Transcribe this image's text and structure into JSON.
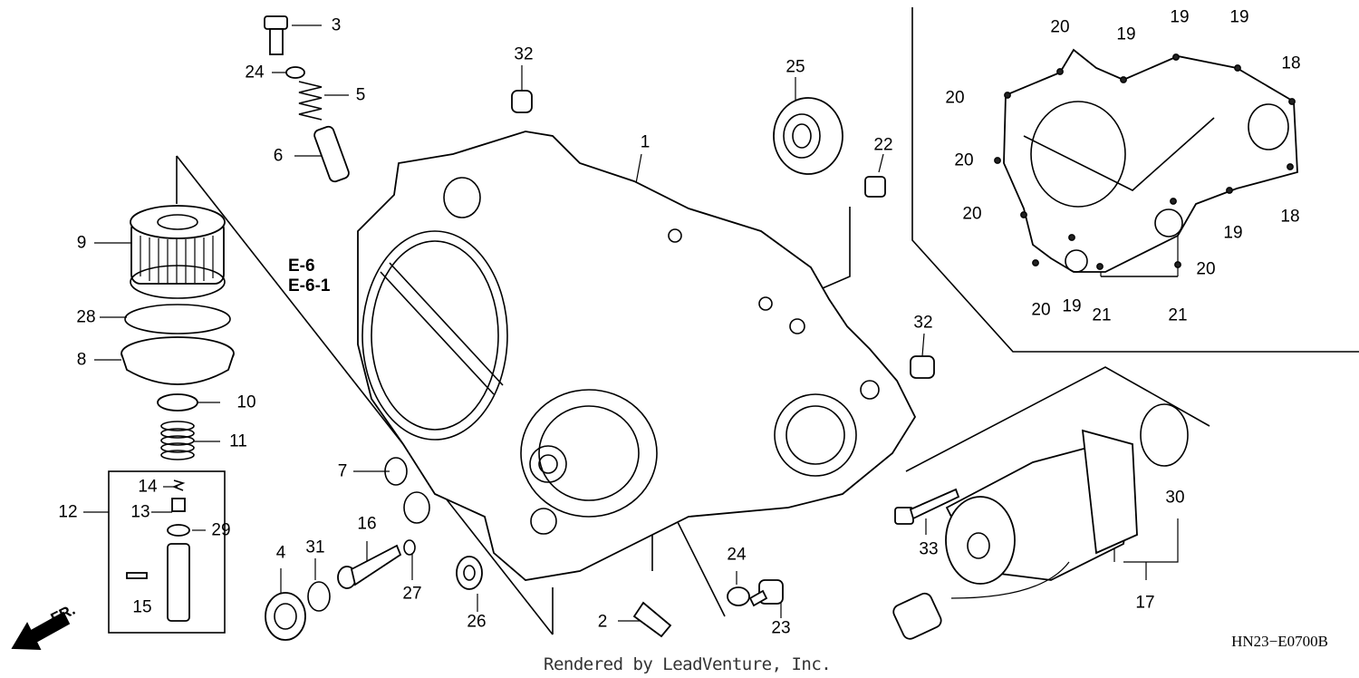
{
  "diagram": {
    "code": "HN23−E0700B",
    "credit": "Rendered by LeadVenture, Inc.",
    "direction_label": "FR.",
    "ref_labels": [
      "E-6",
      "E-6-1"
    ],
    "callouts": [
      {
        "id": "c1",
        "text": "1"
      },
      {
        "id": "c2",
        "text": "2"
      },
      {
        "id": "c3",
        "text": "3"
      },
      {
        "id": "c4",
        "text": "4"
      },
      {
        "id": "c5",
        "text": "5"
      },
      {
        "id": "c6",
        "text": "6"
      },
      {
        "id": "c7",
        "text": "7"
      },
      {
        "id": "c8",
        "text": "8"
      },
      {
        "id": "c9",
        "text": "9"
      },
      {
        "id": "c10",
        "text": "10"
      },
      {
        "id": "c11",
        "text": "11"
      },
      {
        "id": "c12",
        "text": "12"
      },
      {
        "id": "c13",
        "text": "13"
      },
      {
        "id": "c14",
        "text": "14"
      },
      {
        "id": "c15",
        "text": "15"
      },
      {
        "id": "c16",
        "text": "16"
      },
      {
        "id": "c17",
        "text": "17"
      },
      {
        "id": "c18a",
        "text": "18"
      },
      {
        "id": "c18b",
        "text": "18"
      },
      {
        "id": "c19a",
        "text": "19"
      },
      {
        "id": "c19b",
        "text": "19"
      },
      {
        "id": "c19c",
        "text": "19"
      },
      {
        "id": "c19d",
        "text": "19"
      },
      {
        "id": "c19e",
        "text": "19"
      },
      {
        "id": "c20a",
        "text": "20"
      },
      {
        "id": "c20b",
        "text": "20"
      },
      {
        "id": "c20c",
        "text": "20"
      },
      {
        "id": "c20d",
        "text": "20"
      },
      {
        "id": "c20e",
        "text": "20"
      },
      {
        "id": "c20f",
        "text": "20"
      },
      {
        "id": "c21a",
        "text": "21"
      },
      {
        "id": "c21b",
        "text": "21"
      },
      {
        "id": "c22",
        "text": "22"
      },
      {
        "id": "c23",
        "text": "23"
      },
      {
        "id": "c24a",
        "text": "24"
      },
      {
        "id": "c24b",
        "text": "24"
      },
      {
        "id": "c25",
        "text": "25"
      },
      {
        "id": "c26",
        "text": "26"
      },
      {
        "id": "c27",
        "text": "27"
      },
      {
        "id": "c28",
        "text": "28"
      },
      {
        "id": "c29",
        "text": "29"
      },
      {
        "id": "c30",
        "text": "30"
      },
      {
        "id": "c31",
        "text": "31"
      },
      {
        "id": "c32a",
        "text": "32"
      },
      {
        "id": "c32b",
        "text": "32"
      },
      {
        "id": "c33",
        "text": "33"
      }
    ]
  }
}
